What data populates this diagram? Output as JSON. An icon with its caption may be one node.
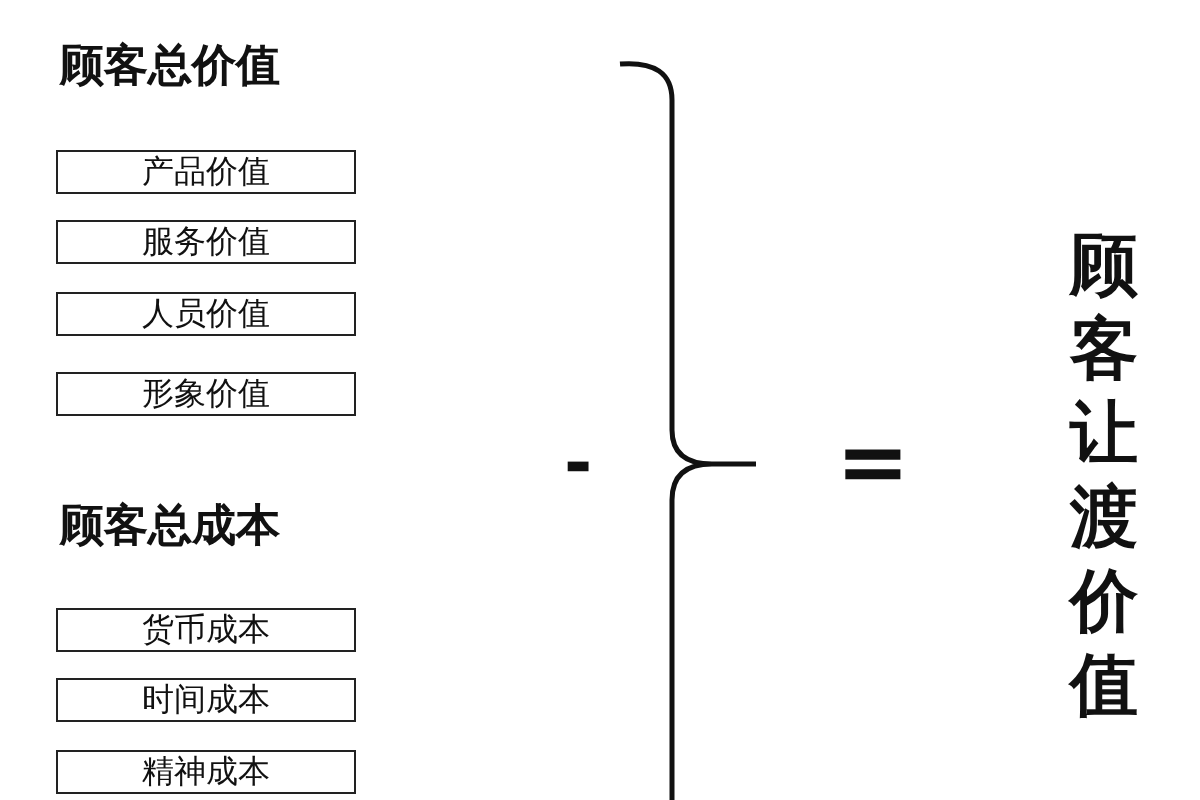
{
  "diagram": {
    "nodes": [
      {
        "text": [
          "产品价值"
        ]
      },
      {
        "text": [
          "服务价值"
        ]
      },
      {
        "text": [
          "人员价值"
        ]
      },
      {
        "text": [
          "形象价值"
        ]
      },
      {
        "text": [
          "货币成本"
        ]
      },
      {
        "text": [
          "时间成本"
        ]
      },
      {
        "text": [
          "精神成本"
        ]
      }
    ],
    "labels": [
      "顾客总价值",
      "顾客总成本",
      "-",
      "=",
      "顾客让渡价值"
    ]
  }
}
